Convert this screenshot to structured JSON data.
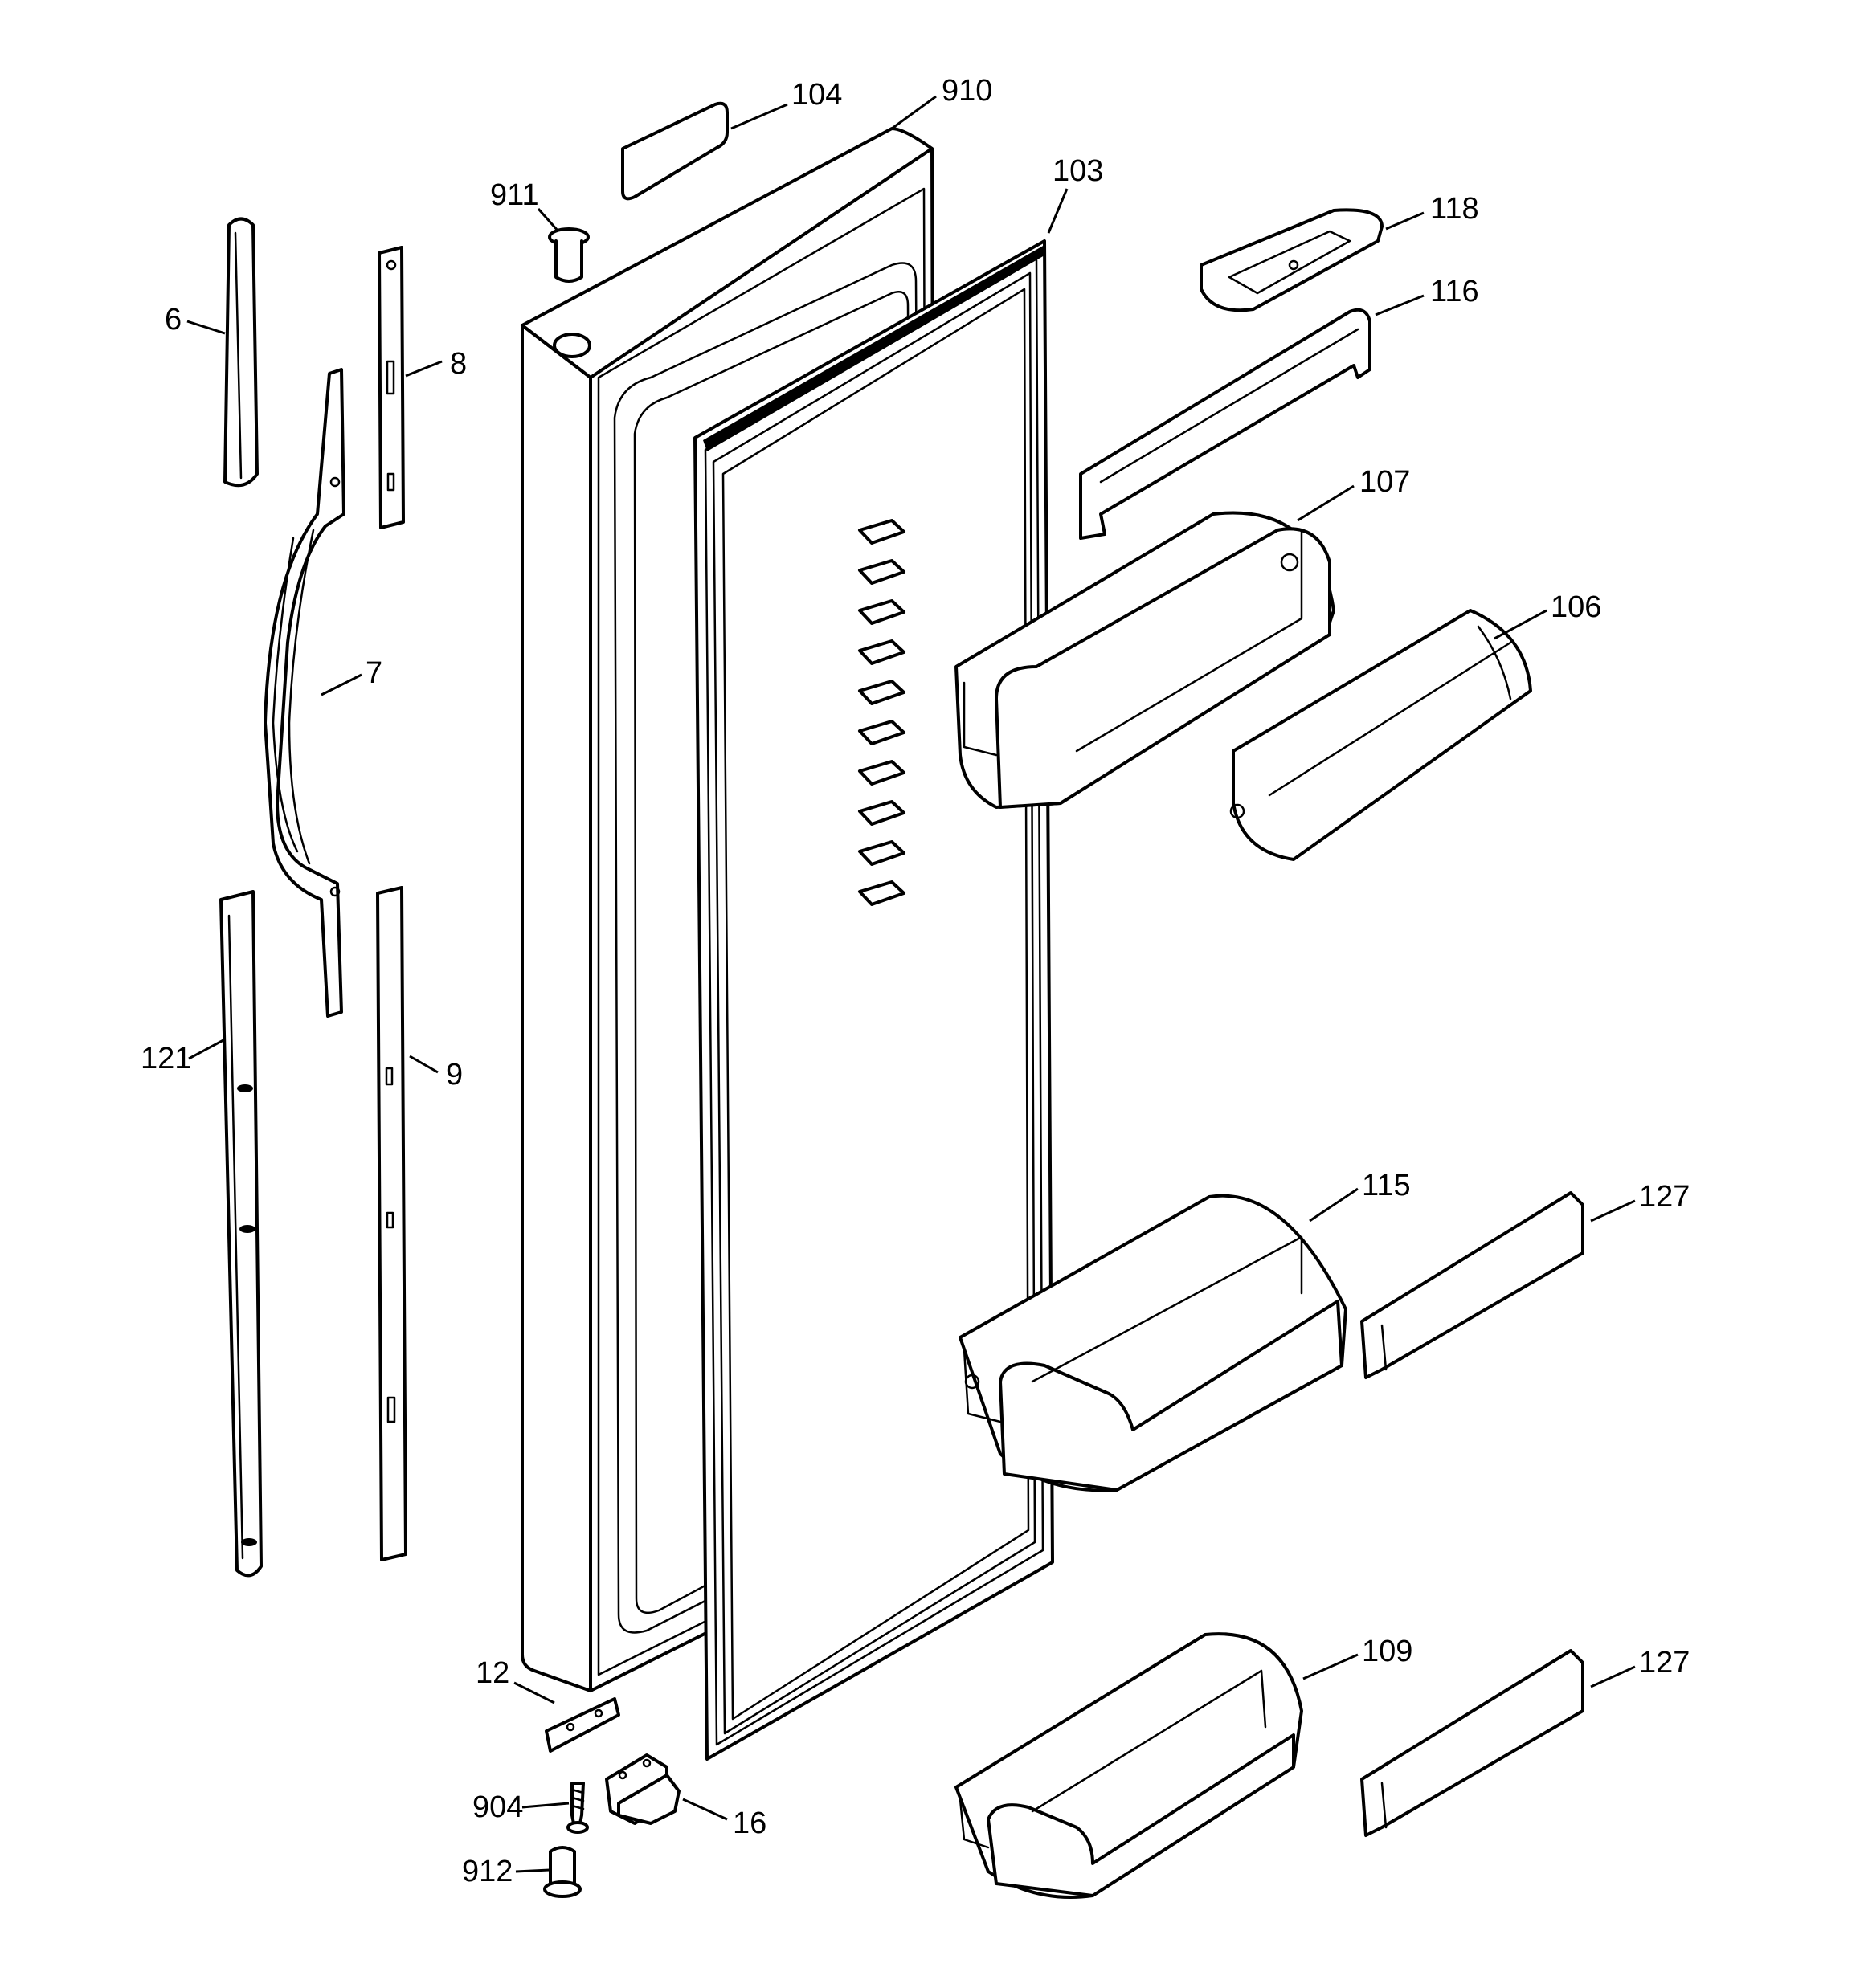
{
  "callouts": [
    {
      "id": "c104",
      "label": "104"
    },
    {
      "id": "c910",
      "label": "910"
    },
    {
      "id": "c911",
      "label": "911"
    },
    {
      "id": "c103",
      "label": "103"
    },
    {
      "id": "c118",
      "label": "118"
    },
    {
      "id": "c116",
      "label": "116"
    },
    {
      "id": "c6",
      "label": "6"
    },
    {
      "id": "c8",
      "label": "8"
    },
    {
      "id": "c107",
      "label": "107"
    },
    {
      "id": "c106",
      "label": "106"
    },
    {
      "id": "c7",
      "label": "7"
    },
    {
      "id": "c121",
      "label": "121"
    },
    {
      "id": "c9",
      "label": "9"
    },
    {
      "id": "c115",
      "label": "115"
    },
    {
      "id": "c127a",
      "label": "127"
    },
    {
      "id": "c127b",
      "label": "127"
    },
    {
      "id": "c109",
      "label": "109"
    },
    {
      "id": "c12",
      "label": "12"
    },
    {
      "id": "c904",
      "label": "904"
    },
    {
      "id": "c16",
      "label": "16"
    },
    {
      "id": "c912",
      "label": "912"
    }
  ]
}
